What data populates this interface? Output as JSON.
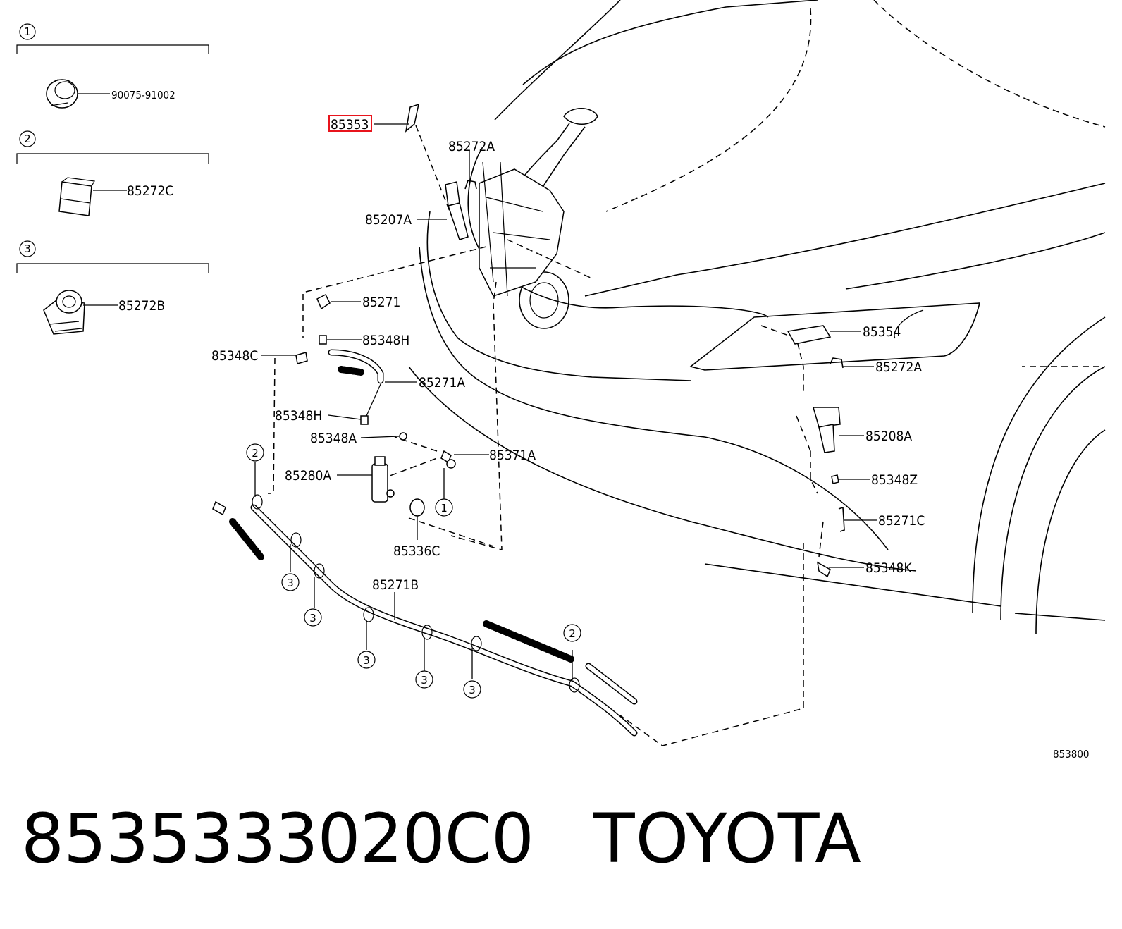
{
  "legend": [
    {
      "index": "1",
      "part": "90075-91002"
    },
    {
      "index": "2",
      "part": "85272C"
    },
    {
      "index": "3",
      "part": "85272B"
    }
  ],
  "callouts": {
    "highlighted": "85353",
    "p85272A_top": "85272A",
    "p85207A": "85207A",
    "p85271": "85271",
    "p85348H_top": "85348H",
    "p85348C": "85348C",
    "p85271A": "85271A",
    "p85348H_mid": "85348H",
    "p85348A": "85348A",
    "p85371A": "85371A",
    "p85280A": "85280A",
    "p85336C": "85336C",
    "p85271B": "85271B",
    "p85354": "85354",
    "p85272A_right": "85272A",
    "p85208A": "85208A",
    "p85348Z": "85348Z",
    "p85271C": "85271C",
    "p85348K": "85348K"
  },
  "circle_markers": {
    "m1": "1",
    "m2": "2",
    "m3": "3"
  },
  "diagram_id": "853800",
  "footer": {
    "part_number": "8535333020C0",
    "brand": "TOYOTA"
  },
  "colors": {
    "highlight_box": "#e8141c",
    "ink": "#000000",
    "background": "#ffffff"
  }
}
